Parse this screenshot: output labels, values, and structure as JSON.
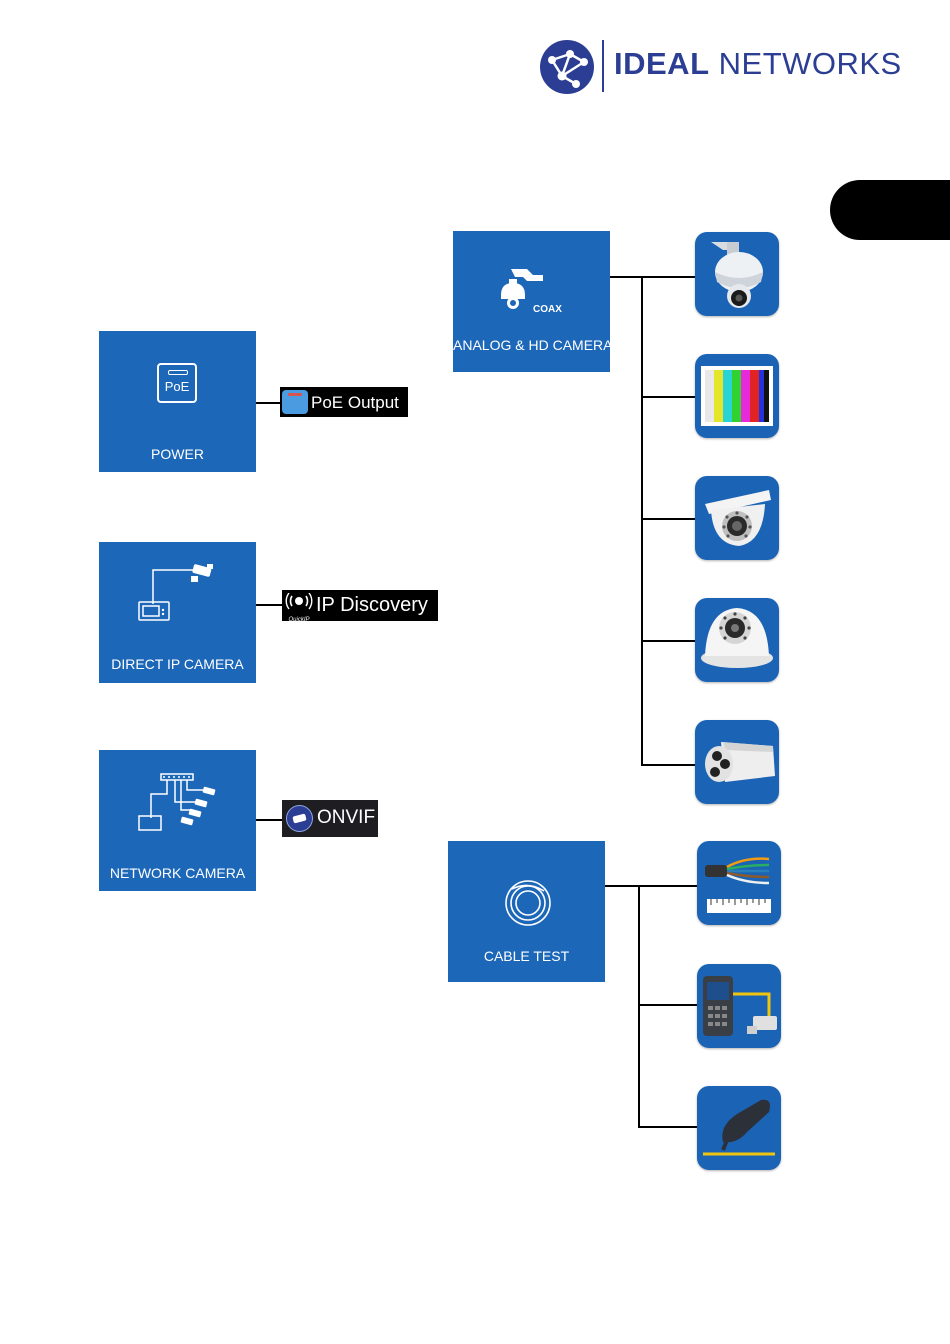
{
  "header": {
    "brand_bold": "IDEAL",
    "brand_regular": "NETWORKS"
  },
  "tiles": {
    "power": {
      "label": "POWER",
      "icon_text": "PoE"
    },
    "direct_ip": {
      "label": "DIRECT IP CAMERA"
    },
    "network": {
      "label": "NETWORK CAMERA"
    },
    "analog": {
      "label": "ANALOG & HD CAMERA",
      "icon_text": "COAX"
    },
    "cable": {
      "label": "CABLE TEST"
    }
  },
  "labels": {
    "poe_output": "PoE Output",
    "ip_discovery": "IP Discovery",
    "ip_discovery_badge": "QuickIP",
    "onvif": "ONVIF"
  },
  "apps": {
    "analog": [
      "ptz-camera-icon",
      "color-bars-icon",
      "dome-camera-icon",
      "ceiling-dome-camera-icon",
      "bullet-camera-icon"
    ],
    "cable": [
      "cable-wires-icon",
      "tester-icon",
      "probe-icon"
    ]
  },
  "colors": {
    "brand": "#2c3e93",
    "tile": "#1c67b8",
    "app_bg": "#1b63b5"
  }
}
